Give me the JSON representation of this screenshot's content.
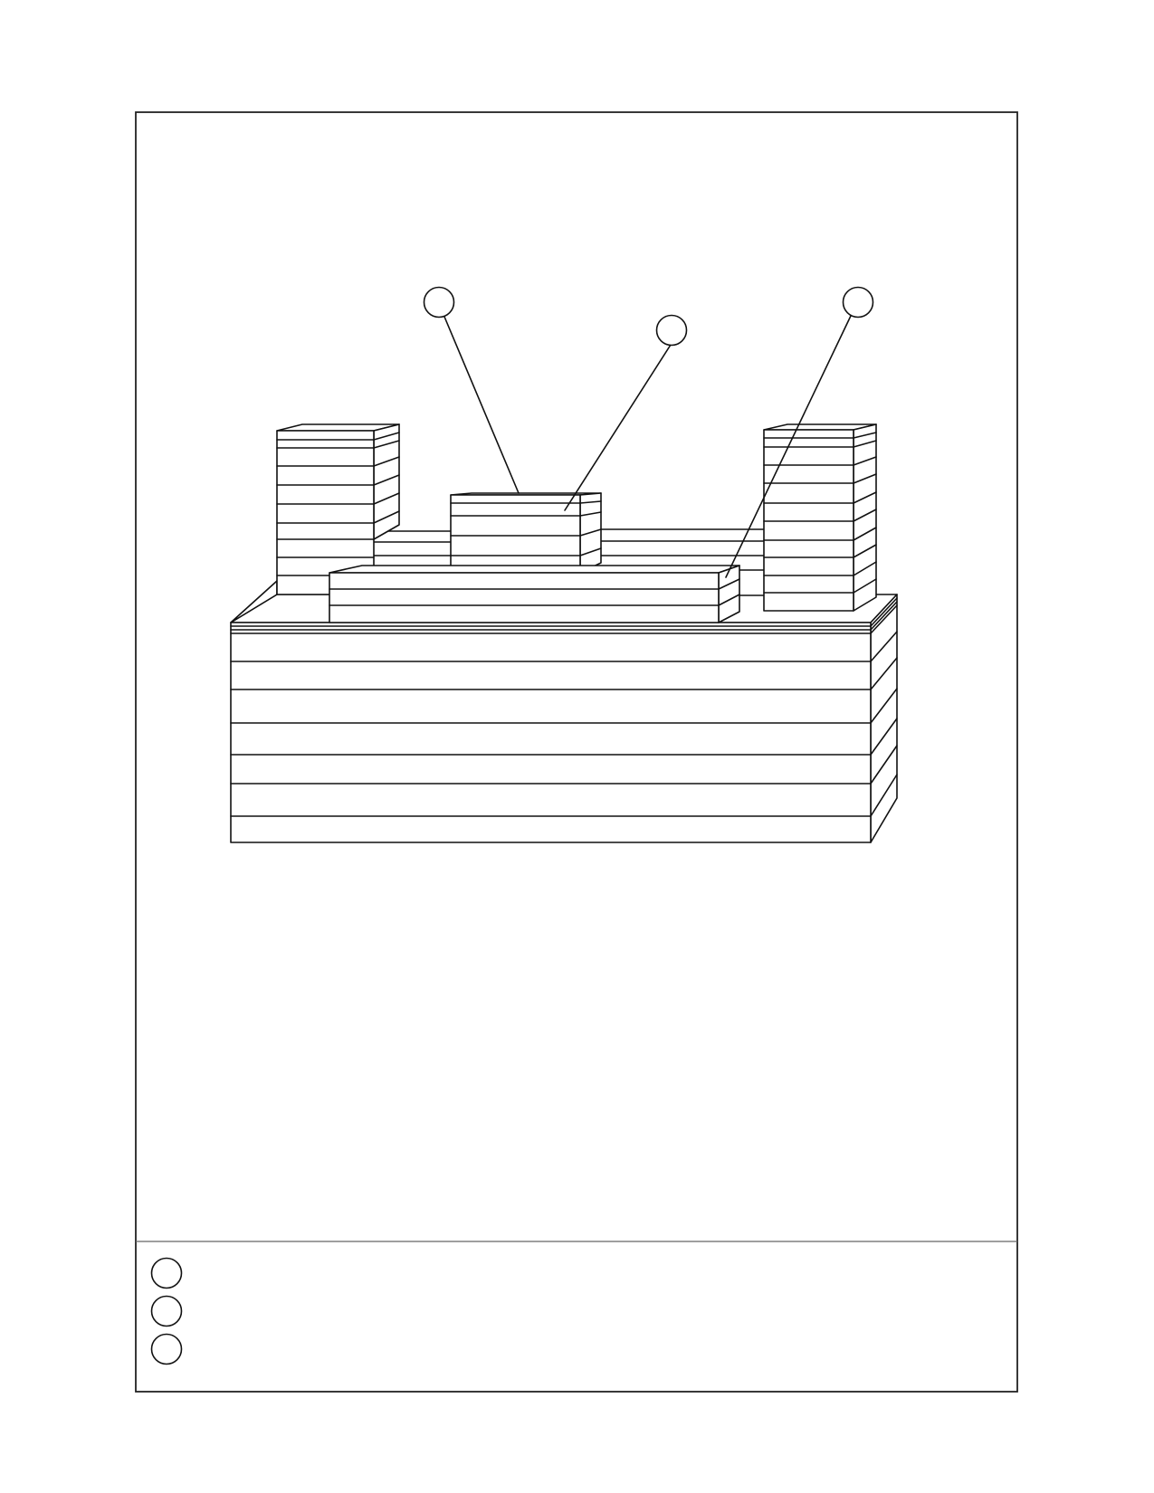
{
  "figure": {
    "callouts": [
      {
        "id": "callout-center-stack",
        "label": ""
      },
      {
        "id": "callout-center-stack-side",
        "label": ""
      },
      {
        "id": "callout-right-pillar",
        "label": ""
      }
    ],
    "legend": [
      {
        "label": ""
      },
      {
        "label": ""
      },
      {
        "label": ""
      }
    ]
  }
}
